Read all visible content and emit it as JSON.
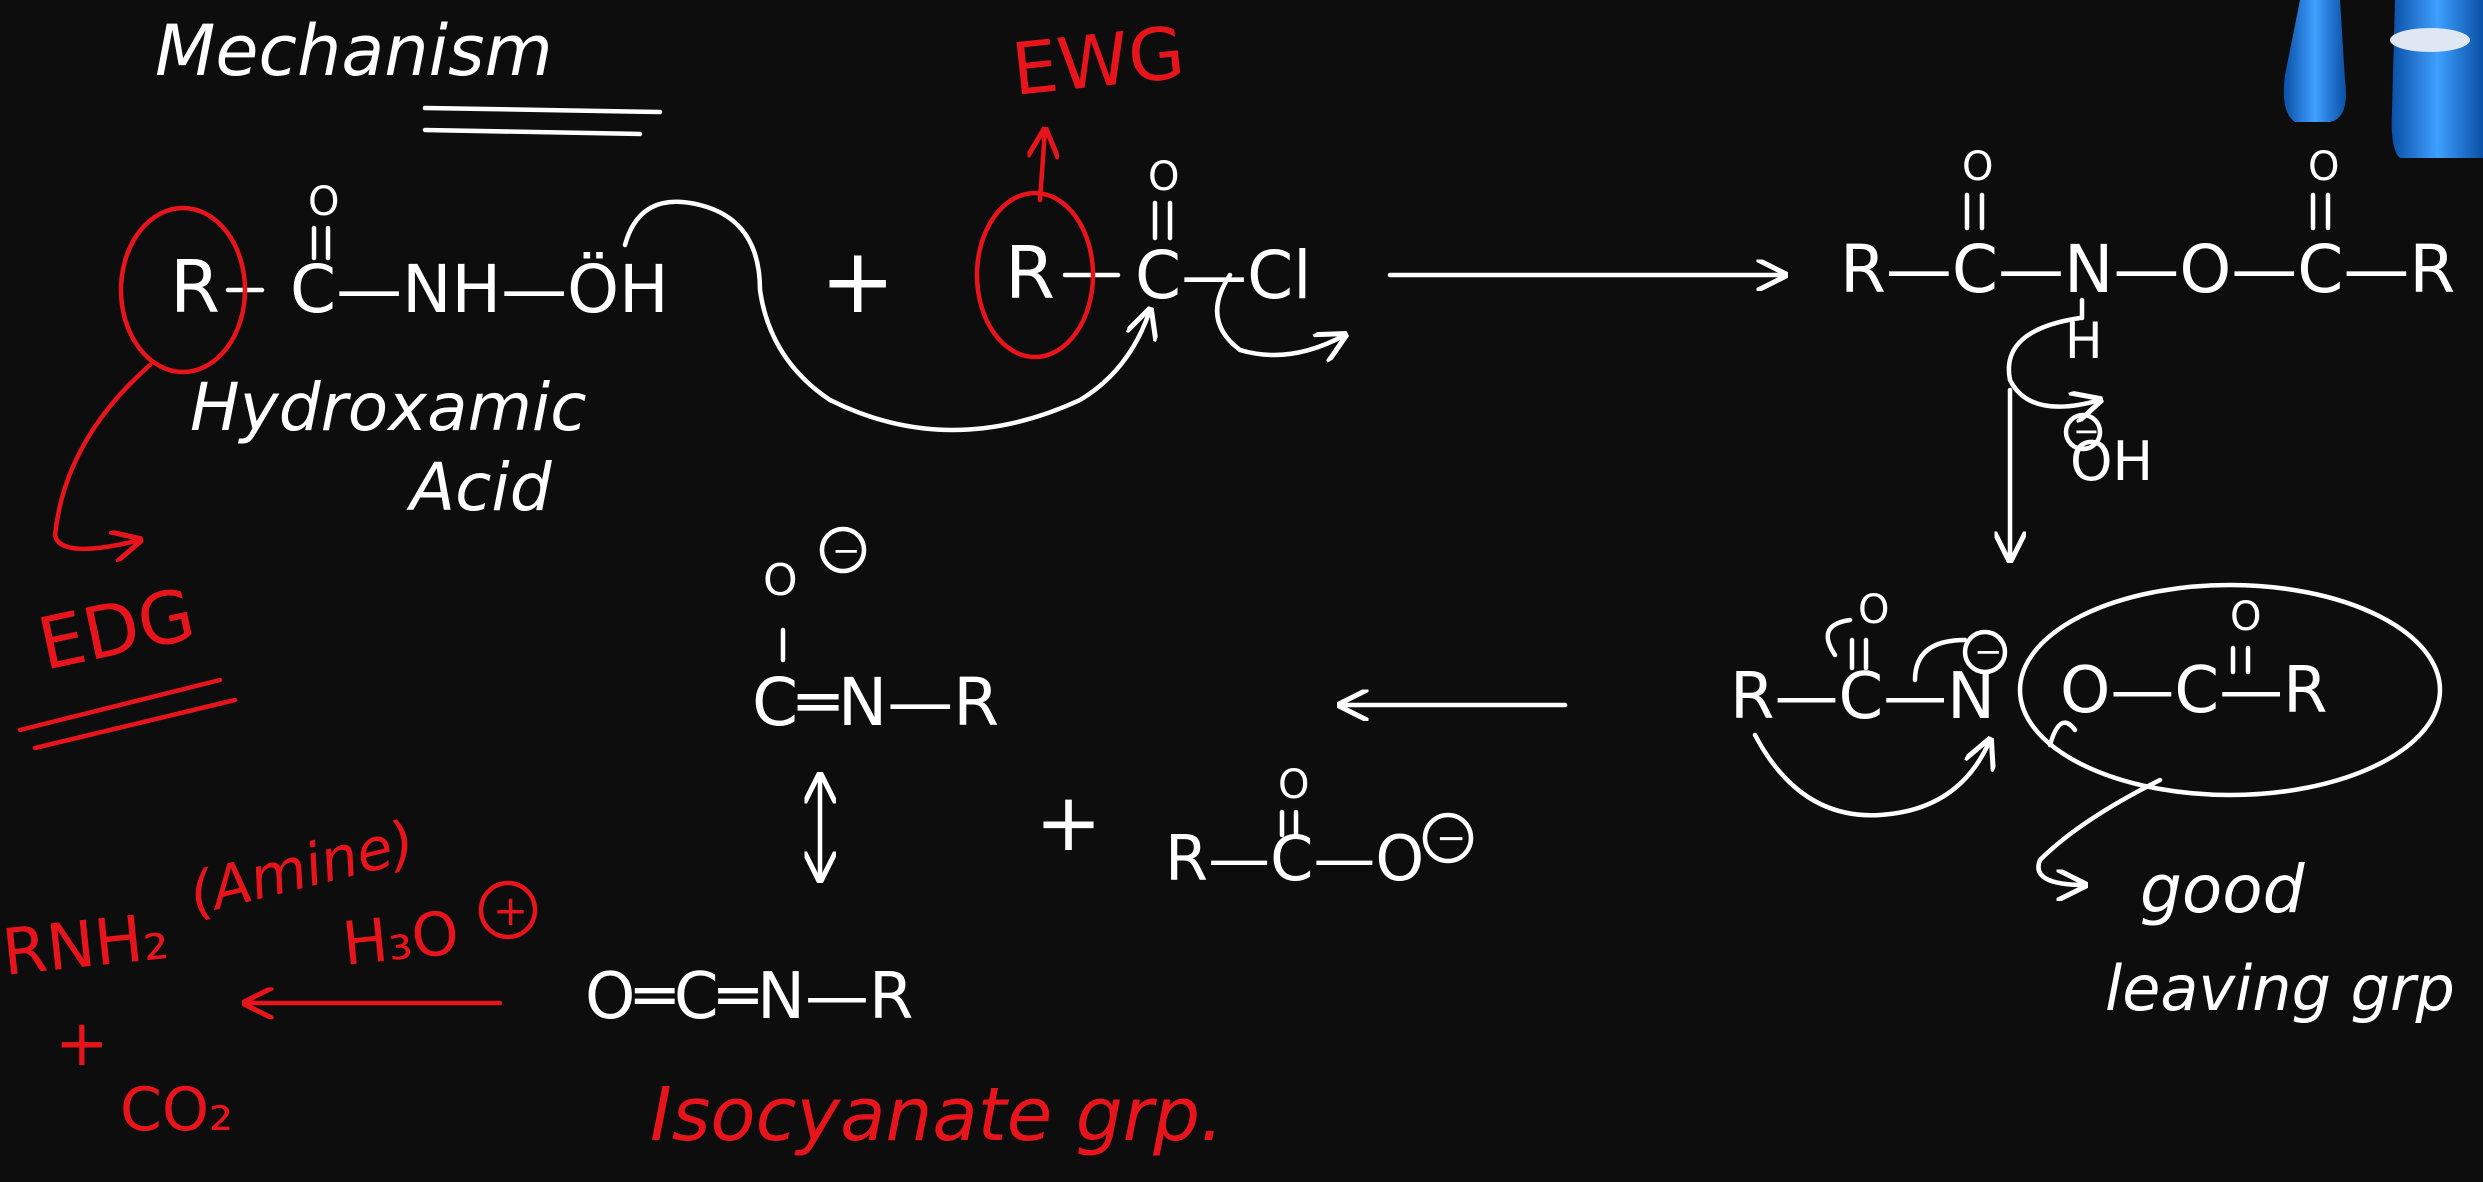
{
  "colors": {
    "background": "#0d0d0d",
    "chalk": "#ffffff",
    "marker": "#e8141c",
    "flask_blue": "#1f7fe0"
  },
  "title": "Mechanism",
  "reactant1": {
    "r": "R",
    "co_o": "O",
    "chain": "C—NH—ÖH",
    "name_line1": "Hydroxamic",
    "name_line2": "Acid"
  },
  "plus1": "+",
  "reactant2": {
    "r": "R",
    "co_o": "O",
    "chain": "C—Cl"
  },
  "labels": {
    "ewg": "EWG",
    "edg": "EDG"
  },
  "intermediate": {
    "top_o1": "O",
    "top_o2": "O",
    "chain": "R—C—N—O—C—R",
    "h": "H",
    "base": "OH",
    "base_charge": "−"
  },
  "anion": {
    "r_chain": "R—C—N",
    "o_carbonyl": "O",
    "n_charge": "−",
    "leaving": "O—C—R",
    "o2": "O"
  },
  "leaving_group_note": {
    "line1": "good",
    "line2": "leaving grp"
  },
  "isocyanate_res": {
    "o": "O",
    "o_charge": "−",
    "line": "C═N—R",
    "bottom": "O═C═N—R"
  },
  "plus2": "+",
  "carboxylate": {
    "o_top": "O",
    "chain": "R—C—O",
    "charge": "−"
  },
  "hydrolysis": {
    "product1": "RNH₂",
    "product1_name": "(Amine)",
    "reagent": "H₃O",
    "reagent_charge": "+",
    "plus": "+",
    "product2": "CO₂"
  },
  "isocyanate_label": "Isocyanate grp."
}
